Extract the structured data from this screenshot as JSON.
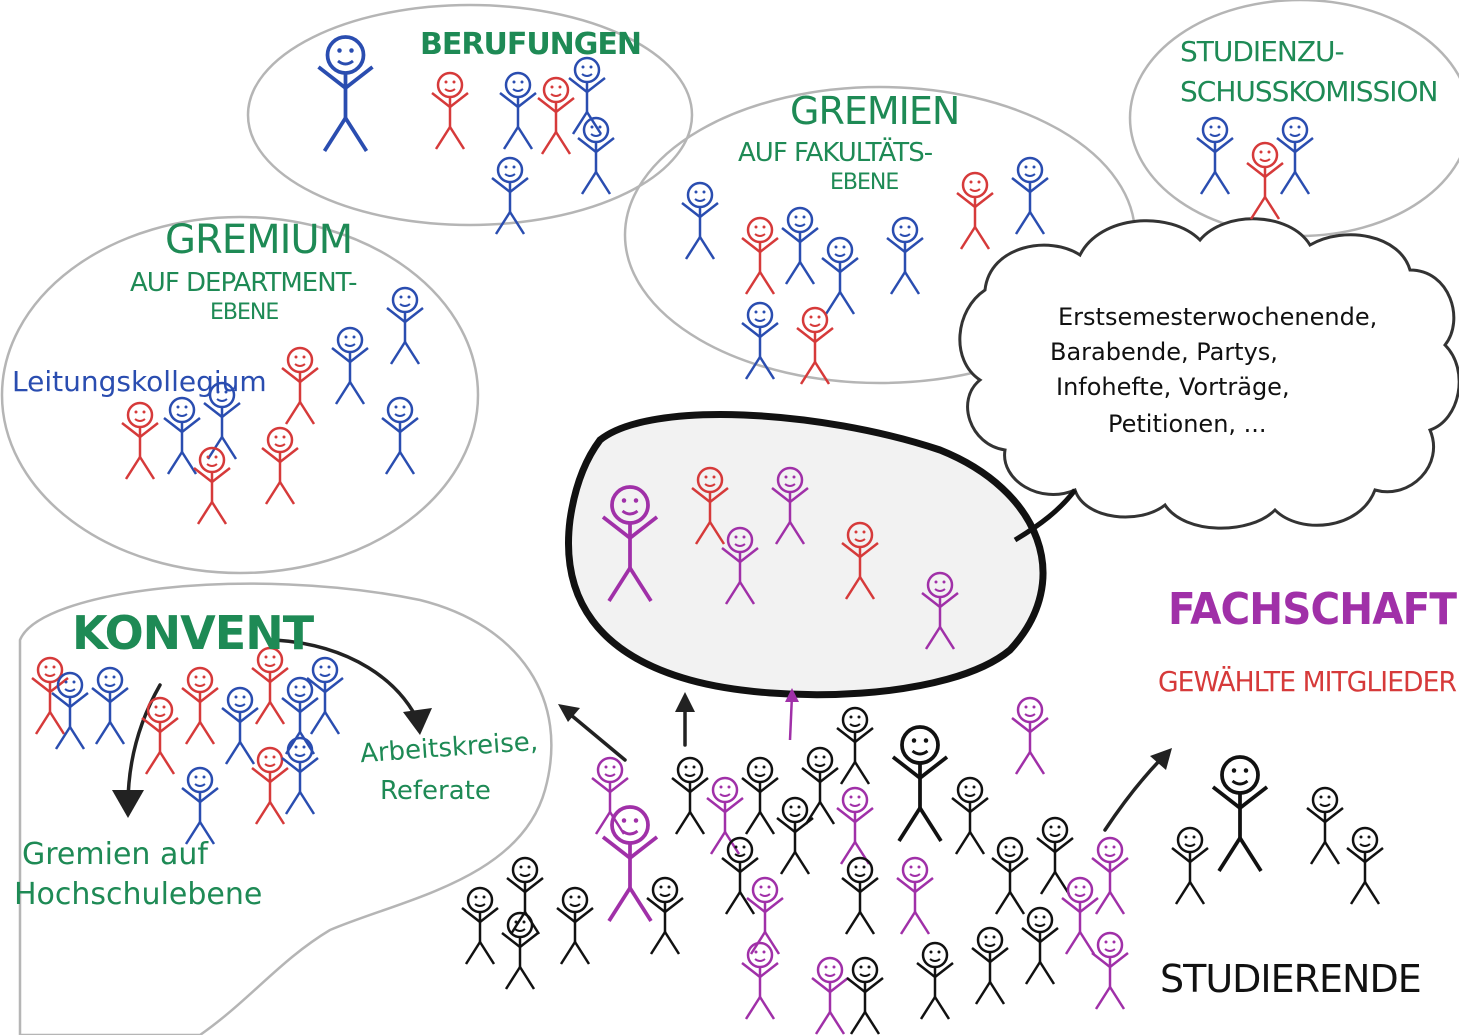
{
  "groups": {
    "berufungen": "BERUFUNGEN",
    "studienzuschuss_line1": "STUDIENZU-",
    "studienzuschuss_line2": "SCHUSSKOMISSION",
    "gremien_fak_title": "GREMIEN",
    "gremien_fak_line1": "AUF FAKULTÄTS-",
    "gremien_fak_line2": "EBENE",
    "gremium_dep_title": "GREMIUM",
    "gremium_dep_line1": "AUF DEPARTMENT-",
    "gremium_dep_line2": "EBENE",
    "leitungskollegium": "Leitungskollegium",
    "konvent": "KONVENT",
    "arbeitskreise_line1": "Arbeitskreise,",
    "arbeitskreise_line2": "Referate",
    "gremien_hs_line1": "Gremien auf",
    "gremien_hs_line2": "Hochschulebene"
  },
  "cloud": {
    "line1": "Erstsemesterwochenende,",
    "line2": "Barabende, Partys,",
    "line3": "Infohefte, Vorträge,",
    "line4": "Petitionen, ..."
  },
  "fachschaft": {
    "title": "FACHSCHAFT",
    "subtitle": "GEWÄHLTE MITGLIEDER"
  },
  "studierende": "STUDIERENDE",
  "colors": {
    "green": "#1e8a55",
    "red": "#d63a3a",
    "blue": "#2a4db0",
    "purple": "#a030a8",
    "black": "#111111",
    "outline": "#b0b0b0"
  }
}
